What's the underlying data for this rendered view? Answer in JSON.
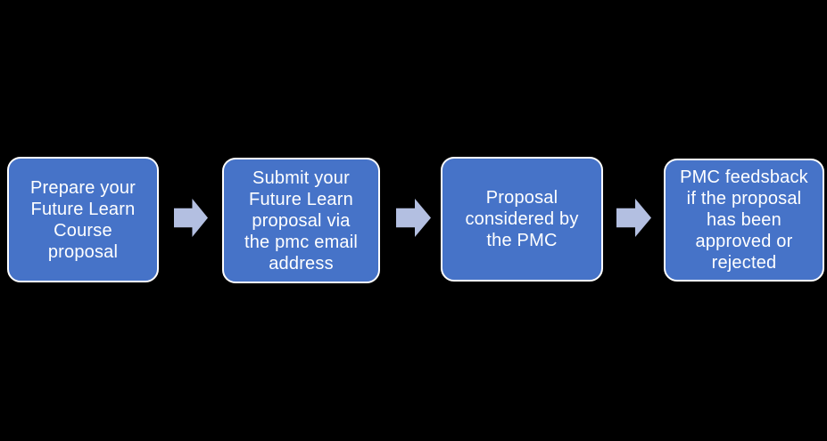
{
  "diagram": {
    "type": "process-flow",
    "direction": "left-to-right",
    "background": "#000000",
    "colors": {
      "step_fill": "#4673C8",
      "step_border": "#FFFFFF",
      "step_text": "#FFFFFF",
      "arrow_fill": "#B3BFE1"
    },
    "arrow_glyph": "right-block-arrow",
    "steps": [
      {
        "label": "Prepare your\nFuture Learn\nCourse\nproposal"
      },
      {
        "label": "Submit your\nFuture Learn\nproposal via\nthe pmc email\naddress"
      },
      {
        "label": "Proposal\nconsidered by\nthe PMC"
      },
      {
        "label": "PMC feedsback\nif the proposal\nhas been\napproved or\nrejected"
      }
    ]
  }
}
